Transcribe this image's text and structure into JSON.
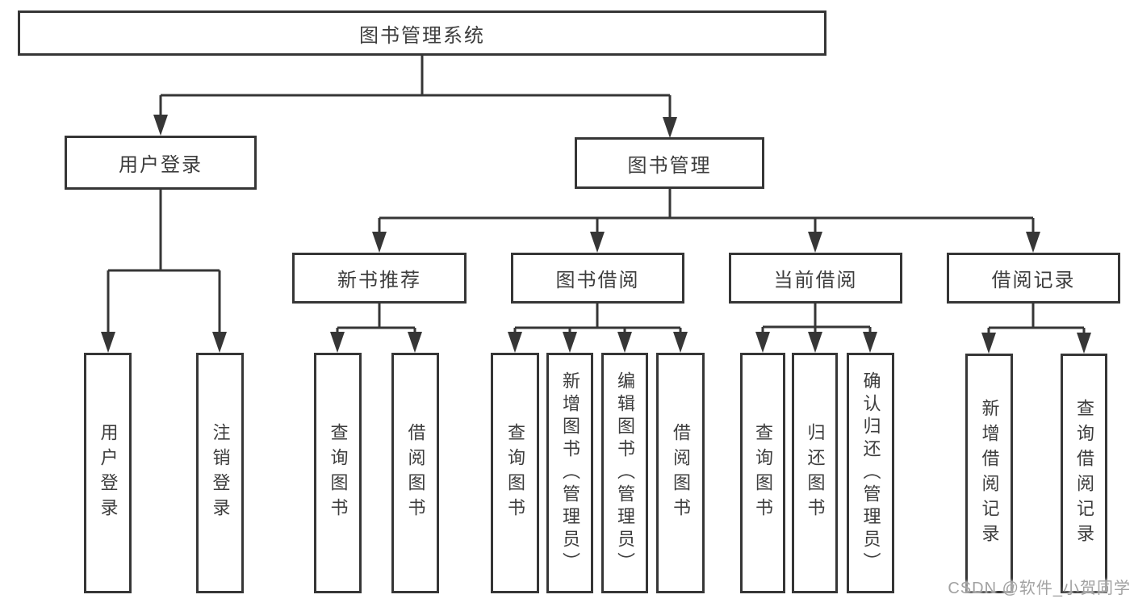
{
  "tree": {
    "root": {
      "label": "图书管理系统",
      "children": [
        {
          "label": "用户登录",
          "children": [
            {
              "label": "用户登录"
            },
            {
              "label": "注销登录"
            }
          ]
        },
        {
          "label": "图书管理",
          "children": [
            {
              "label": "新书推荐",
              "children": [
                {
                  "label": "查询图书"
                },
                {
                  "label": "借阅图书"
                }
              ]
            },
            {
              "label": "图书借阅",
              "children": [
                {
                  "label": "查询图书"
                },
                {
                  "label": "新增图书（管理员）"
                },
                {
                  "label": "编辑图书（管理员）"
                },
                {
                  "label": "借阅图书"
                }
              ]
            },
            {
              "label": "当前借阅",
              "children": [
                {
                  "label": "查询图书"
                },
                {
                  "label": "归还图书"
                },
                {
                  "label": "确认归还（管理员）"
                }
              ]
            },
            {
              "label": "借阅记录",
              "children": [
                {
                  "label": "新增借阅记录"
                },
                {
                  "label": "查询借阅记录"
                }
              ]
            }
          ]
        }
      ]
    }
  },
  "watermark": "CSDN @软件_小贺同学",
  "colors": {
    "line": "#363636",
    "text": "#3d3d3d",
    "background": "#ffffff",
    "watermark": "#a2a2a2"
  }
}
